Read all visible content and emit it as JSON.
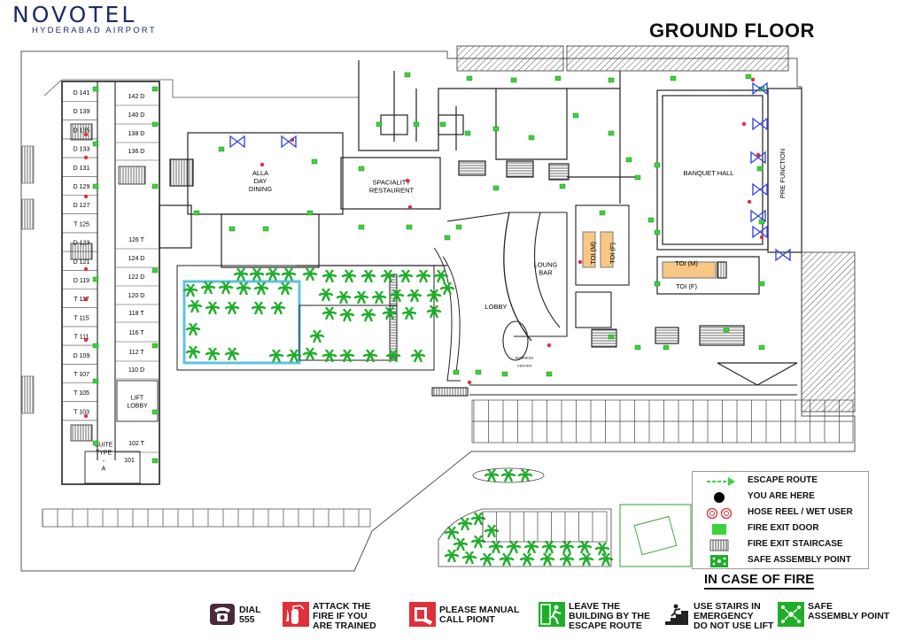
{
  "header": {
    "brand_name": "NOVOTEL",
    "brand_location": "HYDERABAD AIRPORT",
    "floor_title": "GROUND FLOOR"
  },
  "rooms": {
    "left_column": [
      "D 141",
      "D 139",
      "D 135",
      "D 133",
      "D 131",
      "D 129",
      "D 127",
      "T 125",
      "D 123",
      "D 121",
      "D 119",
      "T 117",
      "T 115",
      "T 111",
      "D 109",
      "T 107",
      "T 105",
      "T 103"
    ],
    "right_column": [
      "142 D",
      "140 D",
      "138 D",
      "136 D",
      "126 T",
      "124 D",
      "122 D",
      "120 D",
      "118 T",
      "116 T",
      "112 T",
      "110 D",
      "102 T"
    ],
    "lift_lobby": "LIFT LOBBY",
    "suite": "SUITE TYPE - A",
    "suite_number": "101"
  },
  "areas": {
    "all_day_dining": "ALLA DAY DINING",
    "speciality_restaurant": "SPACIALITY RESTAURENT",
    "lobby": "LOBBY",
    "lounge_bar": "LOUNG BAR",
    "business_center": "BUSINESS CENTER",
    "banquet_hall": "BANQUET HALL",
    "pre_function": "PRE FUNCTION",
    "toilet_m": "TOI (M)",
    "toilet_f": "TOI (F)"
  },
  "legend": {
    "items": [
      {
        "symbol": "escape-route",
        "label": "ESCAPE ROUTE"
      },
      {
        "symbol": "you-are-here",
        "label": "YOU ARE HERE"
      },
      {
        "symbol": "hose-reel",
        "label": "HOSE REEL / WET USER"
      },
      {
        "symbol": "fire-exit-door",
        "label": "FIRE EXIT DOOR"
      },
      {
        "symbol": "fire-exit-staircase",
        "label": "FIRE EXIT STAIRCASE"
      },
      {
        "symbol": "safe-assembly-point",
        "label": "SAFE ASSEMBLY POINT"
      }
    ]
  },
  "in_case_of_fire": {
    "title": "IN CASE OF FIRE",
    "instructions": [
      {
        "icon": "telephone-icon",
        "text": "DIAL\n555"
      },
      {
        "icon": "fire-extinguisher-icon",
        "text": "ATTACK THE\nFIRE IF YOU\nARE TRAINED"
      },
      {
        "icon": "manual-call-point-icon",
        "text": "PLEASE MANUAL\nCALL PIONT"
      },
      {
        "icon": "exit-running-man-icon",
        "text": "LEAVE THE\nBUILDING BY THE\nESCAPE ROUTE"
      },
      {
        "icon": "stairs-icon",
        "text": "USE STAIRS IN\nEMERGENCY\nDO NOT USE LIFT"
      },
      {
        "icon": "assembly-point-icon",
        "text": "SAFE\nASSEMBLY POINT"
      }
    ]
  },
  "colors": {
    "brand": "#1d2b6b",
    "fire_exit_door": "#3cd23c",
    "hose_reel": "#e0303a",
    "door_swing": "#3a4bd8",
    "toilet_fixture": "#f39a1e",
    "landscape": "#1fae2a"
  }
}
